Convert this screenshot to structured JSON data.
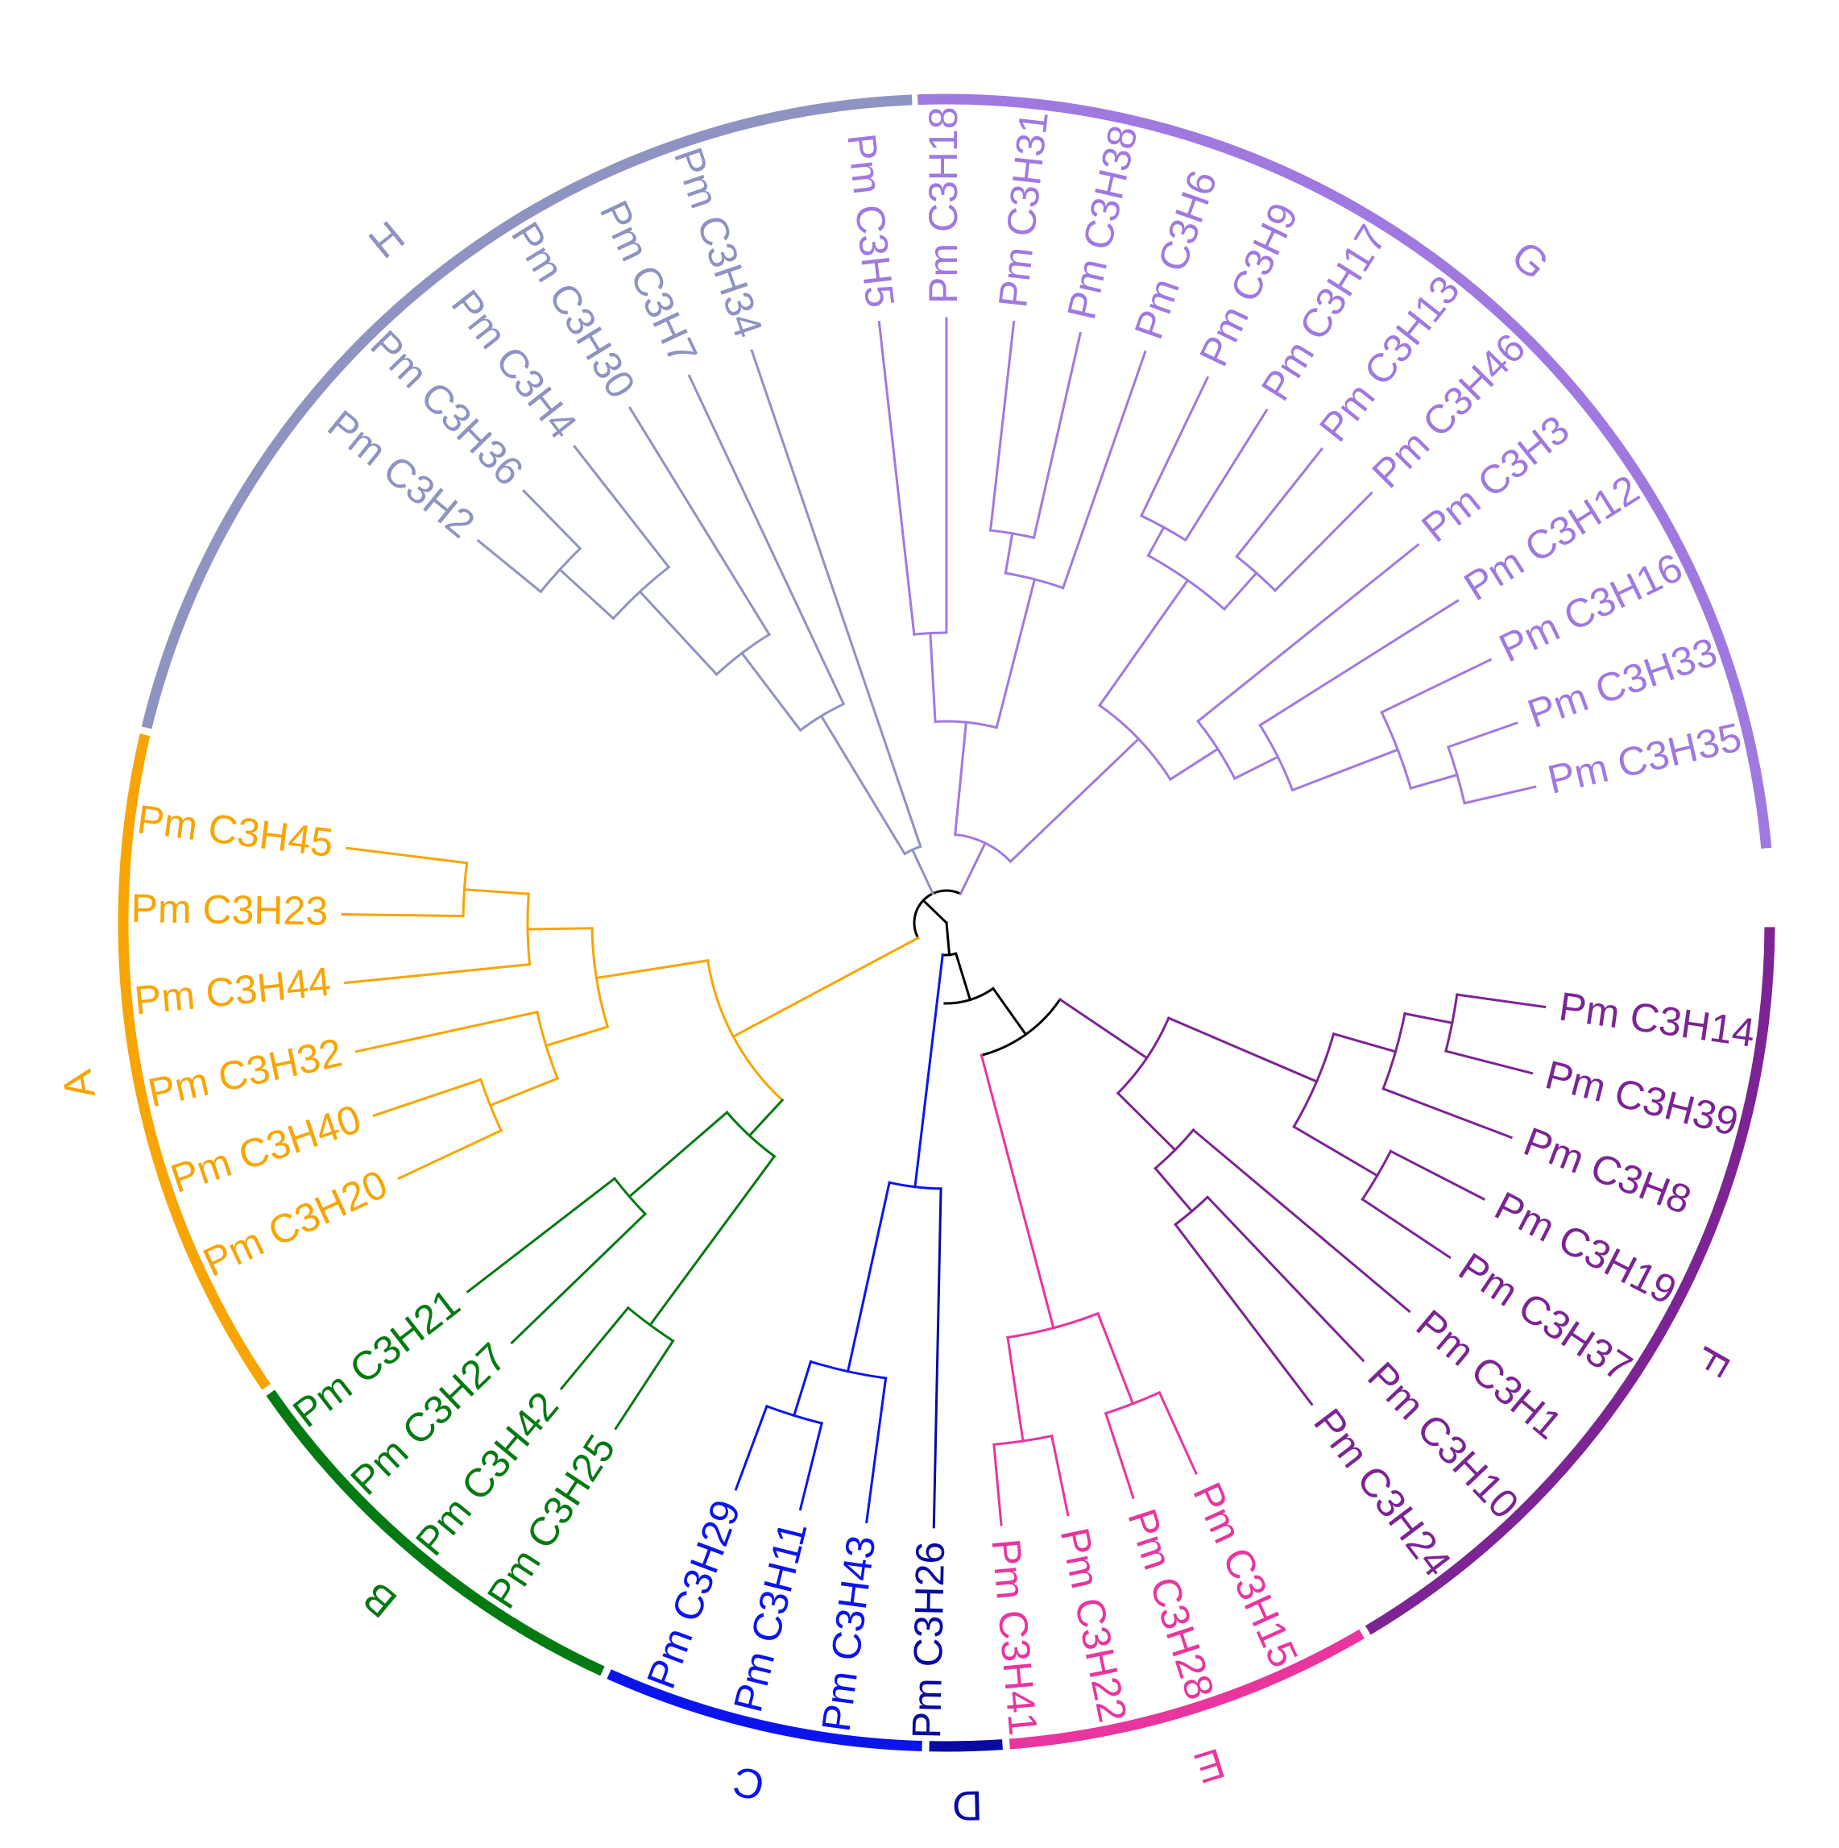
{
  "groups": [
    {
      "id": "G",
      "label": "G",
      "color": "#a079e0",
      "start": 5.2,
      "end": 92
    },
    {
      "id": "H",
      "label": "H",
      "color": "#8f93c2",
      "start": 92.4,
      "end": 166.3
    },
    {
      "id": "A",
      "label": "A",
      "color": "#f8a503",
      "start": 166.8,
      "end": 214.3
    },
    {
      "id": "B",
      "label": "B",
      "color": "#057a12",
      "start": 214.8,
      "end": 245.3
    },
    {
      "id": "C",
      "label": "C",
      "color": "#0c14ee",
      "start": 245.8,
      "end": 268.3
    },
    {
      "id": "D",
      "label": "D",
      "color": "#080aa0",
      "start": 268.8,
      "end": 273.9
    },
    {
      "id": "E",
      "label": "E",
      "color": "#e9359e",
      "start": 274.4,
      "end": 300.3
    },
    {
      "id": "F",
      "label": "F",
      "color": "#7c2494",
      "start": 300.8,
      "end": 359.7
    }
  ],
  "leaves": [
    {
      "label": "Pm C3H35",
      "group": "G",
      "angle": 13
    },
    {
      "label": "Pm C3H33",
      "group": "G",
      "angle": 19.3
    },
    {
      "label": "Pm C3H16",
      "group": "G",
      "angle": 25.8
    },
    {
      "label": "Pm C3H12",
      "group": "G",
      "angle": 32.2
    },
    {
      "label": "Pm C3H3",
      "group": "G",
      "angle": 38.7
    },
    {
      "label": "Pm C3H46",
      "group": "G",
      "angle": 45.3
    },
    {
      "label": "Pm C3H13",
      "group": "G",
      "angle": 51.6
    },
    {
      "label": "Pm C3H17",
      "group": "G",
      "angle": 58
    },
    {
      "label": "Pm C3H9",
      "group": "G",
      "angle": 64.4
    },
    {
      "label": "Pm C3H6",
      "group": "G",
      "angle": 70.8
    },
    {
      "label": "Pm C3H38",
      "group": "G",
      "angle": 77.2
    },
    {
      "label": "Pm C3H31",
      "group": "G",
      "angle": 83.6
    },
    {
      "label": "Pm C3H18",
      "group": "G",
      "angle": 90
    },
    {
      "label": "Pm C3H5",
      "group": "G",
      "angle": 96.4
    },
    {
      "label": "Pm C3H34",
      "group": "H",
      "angle": 108.8
    },
    {
      "label": "Pm C3H7",
      "group": "H",
      "angle": 115.2
    },
    {
      "label": "Pm C3H30",
      "group": "H",
      "angle": 121.6
    },
    {
      "label": "Pm C3H4",
      "group": "H",
      "angle": 128
    },
    {
      "label": "Pm C3H36",
      "group": "H",
      "angle": 134.4
    },
    {
      "label": "Pm C3H2",
      "group": "H",
      "angle": 140.8
    },
    {
      "label": "Pm C3H45",
      "group": "A",
      "angle": 172.9
    },
    {
      "label": "Pm C3H23",
      "group": "A",
      "angle": 179.2
    },
    {
      "label": "Pm C3H44",
      "group": "A",
      "angle": 185.7
    },
    {
      "label": "Pm C3H32",
      "group": "A",
      "angle": 192.3
    },
    {
      "label": "Pm C3H40",
      "group": "A",
      "angle": 198.6
    },
    {
      "label": "Pm C3H20",
      "group": "A",
      "angle": 205
    },
    {
      "label": "Pm C3H21",
      "group": "B",
      "angle": 217.6
    },
    {
      "label": "Pm C3H27",
      "group": "B",
      "angle": 224
    },
    {
      "label": "Pm C3H42",
      "group": "B",
      "angle": 230.4
    },
    {
      "label": "Pm C3H25",
      "group": "B",
      "angle": 236.8
    },
    {
      "label": "Pm C3H29",
      "group": "C",
      "angle": 249.6
    },
    {
      "label": "Pm C3H11",
      "group": "C",
      "angle": 256
    },
    {
      "label": "Pm C3H43",
      "group": "C",
      "angle": 262.4
    },
    {
      "label": "Pm C3H26",
      "group": "D",
      "angle": 268.8
    },
    {
      "label": "Pm C3H41",
      "group": "E",
      "angle": 275.2
    },
    {
      "label": "Pm C3H22",
      "group": "E",
      "angle": 281.6
    },
    {
      "label": "Pm C3H28",
      "group": "E",
      "angle": 288
    },
    {
      "label": "Pm C3H15",
      "group": "E",
      "angle": 294.4
    },
    {
      "label": "Pm C3H24",
      "group": "F",
      "angle": 307.2
    },
    {
      "label": "Pm C3H10",
      "group": "F",
      "angle": 313.6
    },
    {
      "label": "Pm C3H1",
      "group": "F",
      "angle": 320
    },
    {
      "label": "Pm C3H37",
      "group": "F",
      "angle": 326.4
    },
    {
      "label": "Pm C3H19",
      "group": "F",
      "angle": 332.8
    },
    {
      "label": "Pm C3H8",
      "group": "F",
      "angle": 339.2
    },
    {
      "label": "Pm C3H39",
      "group": "F",
      "angle": 345.6
    },
    {
      "label": "Pm C3H14",
      "group": "F",
      "angle": 352
    }
  ]
}
